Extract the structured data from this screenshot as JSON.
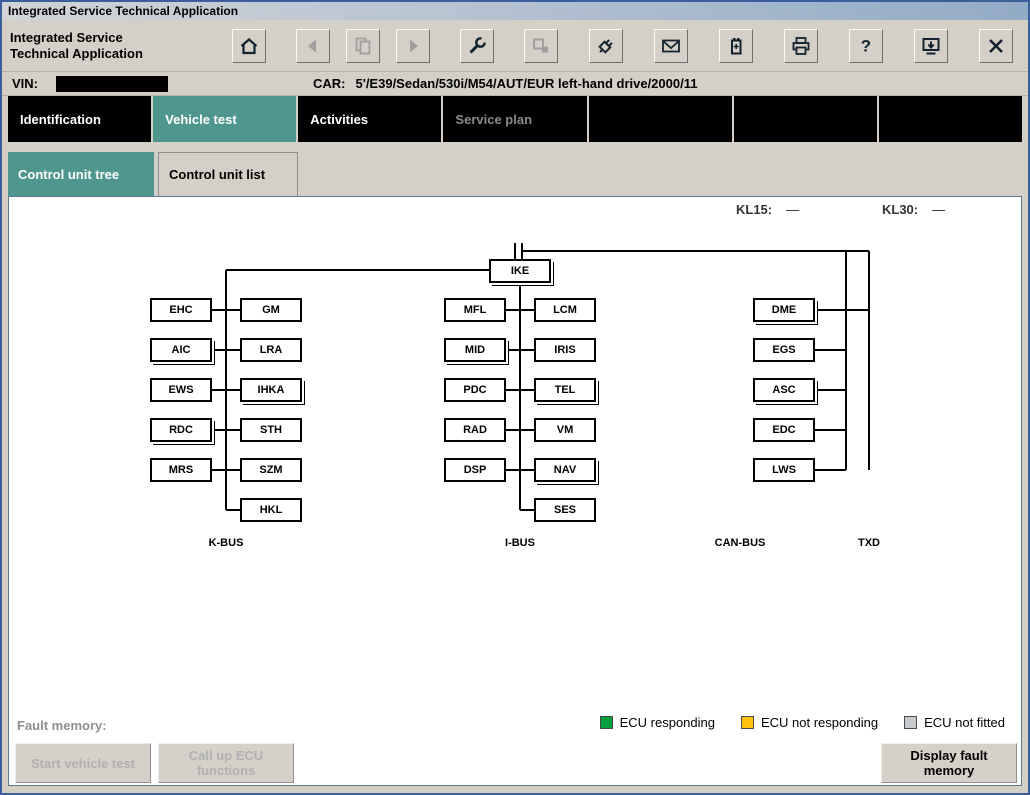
{
  "window": {
    "title": "Integrated Service Technical Application"
  },
  "toolbar": {
    "app_name_line1": "Integrated Service",
    "app_name_line2": "Technical Application",
    "buttons": [
      {
        "name": "home-button",
        "icon": "house-icon",
        "enabled": true
      },
      {
        "name": "back-button",
        "icon": "arrow-left-icon",
        "enabled": false
      },
      {
        "name": "documents-button",
        "icon": "documents-icon",
        "enabled": false
      },
      {
        "name": "forward-button",
        "icon": "arrow-right-icon",
        "enabled": false
      },
      {
        "name": "service-functions-button",
        "icon": "wrench-icon",
        "enabled": true
      },
      {
        "name": "measurement-button",
        "icon": "squares-icon",
        "enabled": false
      },
      {
        "name": "connection-button",
        "icon": "plug-icon",
        "enabled": true
      },
      {
        "name": "messages-button",
        "icon": "envelope-icon",
        "enabled": true
      },
      {
        "name": "battery-button",
        "icon": "battery-icon",
        "enabled": true
      },
      {
        "name": "print-button",
        "icon": "printer-icon",
        "enabled": true
      },
      {
        "name": "help-button",
        "icon": "question-mark-icon",
        "enabled": true
      },
      {
        "name": "minimize-button",
        "icon": "window-arrow-icon",
        "enabled": true
      },
      {
        "name": "close-button",
        "icon": "close-x-icon",
        "enabled": true
      }
    ]
  },
  "vehicle_bar": {
    "vin_label": "VIN:",
    "vin_value": "",
    "car_label": "CAR:",
    "car_value": "5'/E39/Sedan/530i/M54/AUT/EUR left-hand drive/2000/11"
  },
  "main_tabs": [
    {
      "label": "Identification",
      "state": "normal"
    },
    {
      "label": "Vehicle test",
      "state": "active"
    },
    {
      "label": "Activities",
      "state": "normal"
    },
    {
      "label": "Service plan",
      "state": "disabled"
    },
    {
      "label": "",
      "state": "empty"
    },
    {
      "label": "",
      "state": "empty"
    },
    {
      "label": "",
      "state": "empty"
    }
  ],
  "sub_tabs": [
    {
      "label": "Control unit tree",
      "active": true
    },
    {
      "label": "Control unit list",
      "active": false
    }
  ],
  "terminal_status": {
    "kl15_label": "KL15:",
    "kl15_value": "—",
    "kl30_label": "KL30:",
    "kl30_value": "—"
  },
  "tree": {
    "root": {
      "label": "IKE",
      "shadow": true
    },
    "groups": [
      {
        "bus": "K-BUS",
        "left": [
          {
            "label": "EHC",
            "shadow": false
          },
          {
            "label": "AIC",
            "shadow": true
          },
          {
            "label": "EWS",
            "shadow": false
          },
          {
            "label": "RDC",
            "shadow": true
          },
          {
            "label": "MRS",
            "shadow": false
          }
        ],
        "right": [
          {
            "label": "GM",
            "shadow": false
          },
          {
            "label": "LRA",
            "shadow": false
          },
          {
            "label": "IHKA",
            "shadow": true
          },
          {
            "label": "STH",
            "shadow": false
          },
          {
            "label": "SZM",
            "shadow": false
          },
          {
            "label": "HKL",
            "shadow": false
          }
        ]
      },
      {
        "bus": "I-BUS",
        "left": [
          {
            "label": "MFL",
            "shadow": false
          },
          {
            "label": "MID",
            "shadow": true
          },
          {
            "label": "PDC",
            "shadow": false
          },
          {
            "label": "RAD",
            "shadow": false
          },
          {
            "label": "DSP",
            "shadow": false
          }
        ],
        "right": [
          {
            "label": "LCM",
            "shadow": false
          },
          {
            "label": "IRIS",
            "shadow": false
          },
          {
            "label": "TEL",
            "shadow": true
          },
          {
            "label": "VM",
            "shadow": false
          },
          {
            "label": "NAV",
            "shadow": true
          },
          {
            "label": "SES",
            "shadow": false
          }
        ]
      },
      {
        "bus": "CAN-BUS",
        "nodes": [
          {
            "label": "DME",
            "shadow": true
          },
          {
            "label": "EGS",
            "shadow": false
          },
          {
            "label": "ASC",
            "shadow": true
          },
          {
            "label": "EDC",
            "shadow": false
          },
          {
            "label": "LWS",
            "shadow": false
          }
        ]
      }
    ],
    "txd_label": "TXD"
  },
  "legend": [
    {
      "label": "ECU responding",
      "color": "#009e3d"
    },
    {
      "label": "ECU not responding",
      "color": "#ffc20e"
    },
    {
      "label": "ECU not fitted",
      "color": "#c6cacc"
    }
  ],
  "footer": {
    "fault_memory_label": "Fault memory:",
    "buttons": [
      {
        "label": "Start vehicle test",
        "enabled": false
      },
      {
        "label": "Call up ECU functions",
        "enabled": false
      },
      {
        "label": "Display fault memory",
        "enabled": true
      }
    ]
  },
  "colors": {
    "accent_teal": "#4F968F",
    "chrome_gray": "#D4D0C8",
    "tab_black": "#000000"
  }
}
